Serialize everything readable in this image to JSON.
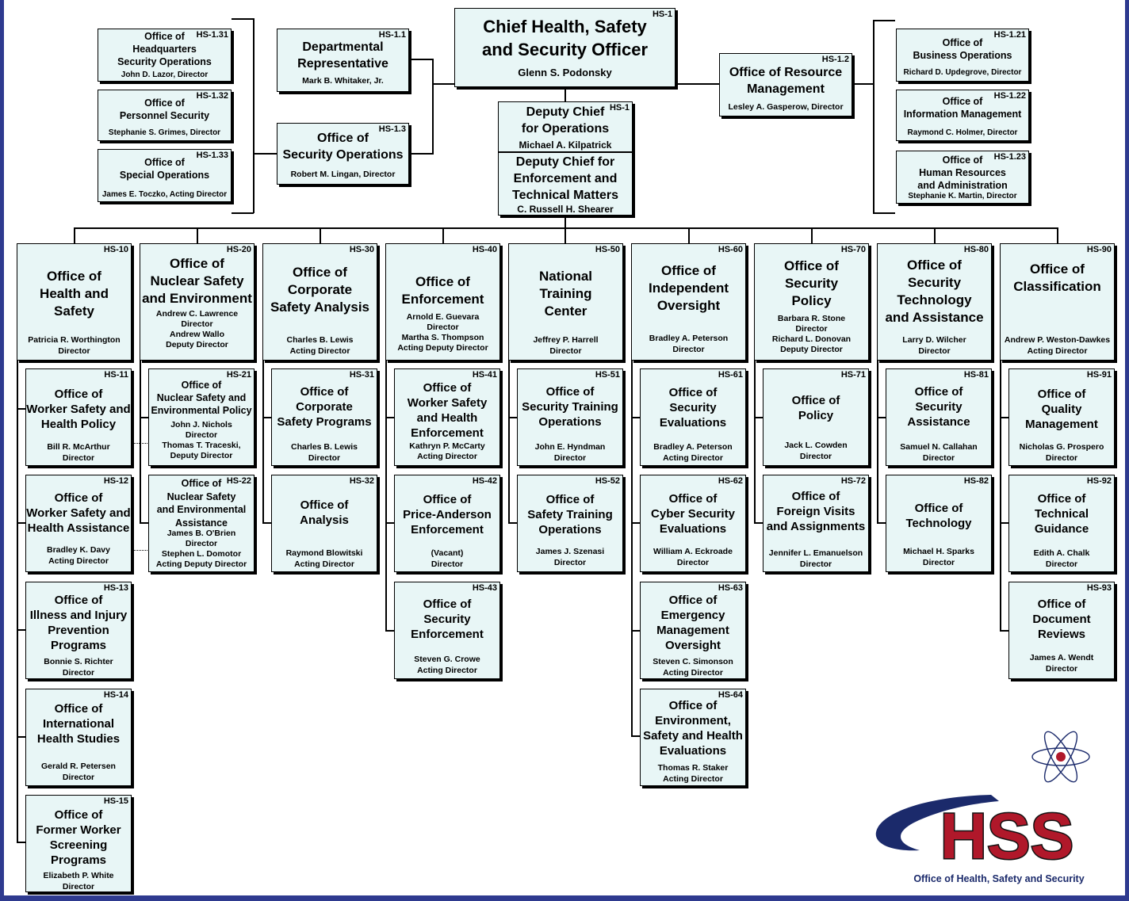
{
  "boxes": [
    {
      "id": "hs-1",
      "code": "HS-1",
      "title": "Chief Health, Safety\nand Security Officer",
      "person": "Glenn S. Podonsky"
    },
    {
      "id": "hs-1-1",
      "code": "HS-1.1",
      "title": "Departmental\nRepresentative",
      "person": "Mark B. Whitaker, Jr."
    },
    {
      "id": "hs-1-3",
      "code": "HS-1.3",
      "title": "Office of\nSecurity Operations",
      "person": "Robert M. Lingan, Director"
    },
    {
      "id": "hs-1-2",
      "code": "HS-1.2",
      "title": "Office of Resource\nManagement",
      "person": "Lesley A. Gasperow,  Director"
    },
    {
      "id": "hs-1-31",
      "code": "HS-1.31",
      "title": "Office of\nHeadquarters\nSecurity Operations",
      "person": "John D. Lazor, Director"
    },
    {
      "id": "hs-1-32",
      "code": "HS-1.32",
      "title": "Office of\nPersonnel Security",
      "person": "Stephanie S. Grimes, Director"
    },
    {
      "id": "hs-1-33",
      "code": "HS-1.33",
      "title": "Office of\nSpecial Operations",
      "person": "James E. Toczko, Acting Director"
    },
    {
      "id": "hs-1-21",
      "code": "HS-1.21",
      "title": "Office of\nBusiness Operations",
      "person": "Richard D. Updegrove, Director"
    },
    {
      "id": "hs-1-22",
      "code": "HS-1.22",
      "title": "Office of\nInformation Management",
      "person": "Raymond C. Holmer, Director"
    },
    {
      "id": "hs-1-23",
      "code": "HS-1.23",
      "title": "Office of\nHuman Resources\nand Administration",
      "person": "Stephanie K. Martin, Director"
    },
    {
      "id": "hs-10",
      "code": "HS-10",
      "title": "Office of\nHealth and\nSafety",
      "person": "Patricia R. Worthington\nDirector"
    },
    {
      "id": "hs-20",
      "code": "HS-20",
      "title": "Office of\nNuclear Safety\nand Environment",
      "person": "Andrew C. Lawrence\nDirector\nAndrew Wallo\nDeputy Director"
    },
    {
      "id": "hs-30",
      "code": "HS-30",
      "title": "Office of\nCorporate\nSafety Analysis",
      "person": "Charles B. Lewis\nActing Director"
    },
    {
      "id": "hs-40",
      "code": "HS-40",
      "title": "Office of\nEnforcement",
      "person": "Arnold E. Guevara\nDirector\nMartha S. Thompson\nActing Deputy Director"
    },
    {
      "id": "hs-50",
      "code": "HS-50",
      "title": "National\nTraining\nCenter",
      "person": "Jeffrey P. Harrell\nDirector"
    },
    {
      "id": "hs-60",
      "code": "HS-60",
      "title": "Office of\nIndependent\nOversight",
      "person": "Bradley A. Peterson\nDirector"
    },
    {
      "id": "hs-70",
      "code": "HS-70",
      "title": "Office of\nSecurity\nPolicy",
      "person": "Barbara R. Stone\nDirector\nRichard L. Donovan\nDeputy Director"
    },
    {
      "id": "hs-80",
      "code": "HS-80",
      "title": "Office of\nSecurity\nTechnology\nand Assistance",
      "person": "Larry D. Wilcher\nDirector"
    },
    {
      "id": "hs-90",
      "code": "HS-90",
      "title": "Office of\nClassification",
      "person": "Andrew P. Weston-Dawkes\nActing Director"
    },
    {
      "id": "hs-11",
      "code": "HS-11",
      "title": "Office of\nWorker Safety and\nHealth Policy",
      "person": "Bill R. McArthur\nDirector"
    },
    {
      "id": "hs-12",
      "code": "HS-12",
      "title": "Office of\nWorker Safety and\nHealth Assistance",
      "person": "Bradley K. Davy\nActing Director"
    },
    {
      "id": "hs-13",
      "code": "HS-13",
      "title": "Office of\nIllness and Injury\nPrevention\nPrograms",
      "person": "Bonnie S. Richter\nDirector"
    },
    {
      "id": "hs-14",
      "code": "HS-14",
      "title": "Office of\nInternational\nHealth Studies",
      "person": "Gerald R. Petersen\nDirector"
    },
    {
      "id": "hs-15",
      "code": "HS-15",
      "title": "Office of\nFormer Worker\nScreening\nPrograms",
      "person": "Elizabeth P. White\nDirector"
    },
    {
      "id": "hs-21",
      "code": "HS-21",
      "title": "Office of\nNuclear Safety and\nEnvironmental Policy",
      "person": "John J. Nichols\nDirector\nThomas T. Traceski,\nDeputy Director"
    },
    {
      "id": "hs-22",
      "code": "HS-22",
      "title": "Office of\nNuclear Safety\nand Environmental\nAssistance",
      "person": "James B. O'Brien\nDirector\nStephen L. Domotor\nActing Deputy Director"
    },
    {
      "id": "hs-31",
      "code": "HS-31",
      "title": "Office of\nCorporate\nSafety Programs",
      "person": "Charles B. Lewis\nDirector"
    },
    {
      "id": "hs-32",
      "code": "HS-32",
      "title": "Office of\nAnalysis",
      "person": "Raymond Blowitski\nActing Director"
    },
    {
      "id": "hs-41",
      "code": "HS-41",
      "title": "Office of\nWorker Safety\nand Health\nEnforcement",
      "person": "Kathryn P. McCarty\nActing Director"
    },
    {
      "id": "hs-42",
      "code": "HS-42",
      "title": "Office of\nPrice-Anderson\nEnforcement",
      "person": "(Vacant)\nDirector"
    },
    {
      "id": "hs-43",
      "code": "HS-43",
      "title": "Office of\nSecurity\nEnforcement",
      "person": "Steven G. Crowe\nActing Director"
    },
    {
      "id": "hs-51",
      "code": "HS-51",
      "title": "Office of\nSecurity Training\nOperations",
      "person": "John E. Hyndman\nDirector"
    },
    {
      "id": "hs-52",
      "code": "HS-52",
      "title": "Office of\nSafety Training\nOperations",
      "person": "James J. Szenasi\nDirector"
    },
    {
      "id": "hs-61",
      "code": "HS-61",
      "title": "Office of\nSecurity\nEvaluations",
      "person": "Bradley A. Peterson\nActing Director"
    },
    {
      "id": "hs-62",
      "code": "HS-62",
      "title": "Office of\nCyber Security\nEvaluations",
      "person": "William A. Eckroade\nDirector"
    },
    {
      "id": "hs-63",
      "code": "HS-63",
      "title": "Office of\nEmergency\nManagement\nOversight",
      "person": "Steven C. Simonson\nActing Director"
    },
    {
      "id": "hs-64",
      "code": "HS-64",
      "title": "Office of\nEnvironment,\nSafety and Health\nEvaluations",
      "person": "Thomas R. Staker\nActing Director"
    },
    {
      "id": "hs-71",
      "code": "HS-71",
      "title": "Office of\nPolicy",
      "person": "Jack L. Cowden\nDirector"
    },
    {
      "id": "hs-72",
      "code": "HS-72",
      "title": "Office of\nForeign Visits\nand Assignments",
      "person": "Jennifer L. Emanuelson\nDirector"
    },
    {
      "id": "hs-81",
      "code": "HS-81",
      "title": "Office of\nSecurity\nAssistance",
      "person": "Samuel N. Callahan\nDirector"
    },
    {
      "id": "hs-82",
      "code": "HS-82",
      "title": "Office of\nTechnology",
      "person": "Michael H. Sparks\nDirector"
    },
    {
      "id": "hs-91",
      "code": "HS-91",
      "title": "Office of\nQuality\nManagement",
      "person": "Nicholas G. Prospero\nDirector"
    },
    {
      "id": "hs-92",
      "code": "HS-92",
      "title": "Office of\nTechnical\nGuidance",
      "person": "Edith A. Chalk\nDirector"
    },
    {
      "id": "hs-93",
      "code": "HS-93",
      "title": "Office of\nDocument\nReviews",
      "person": "James A. Wendt\nDirector"
    }
  ],
  "deputy": {
    "code": "HS-1",
    "title1": "Deputy Chief\nfor Operations",
    "person1": "Michael A. Kilpatrick",
    "title2": "Deputy Chief for\nEnforcement and\nTechnical Matters",
    "person2": "C. Russell H. Shearer"
  },
  "logo": {
    "letters": "HSS",
    "caption": "Office of Health, Safety and Security",
    "colors": {
      "navy": "#1b2a6b",
      "red": "#b0182a",
      "black": "#111111"
    }
  }
}
